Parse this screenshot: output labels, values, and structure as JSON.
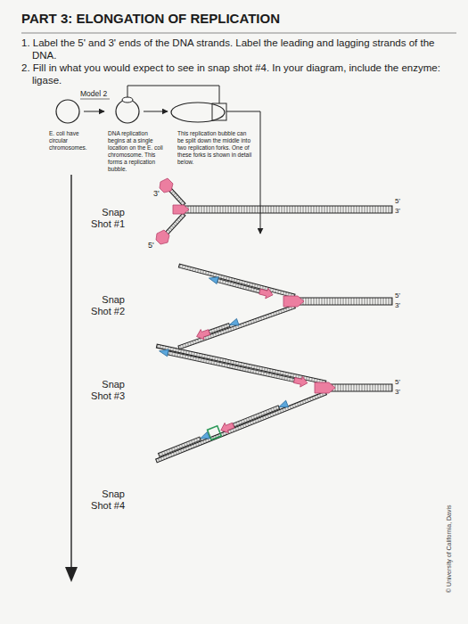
{
  "diagram": {
    "title": "PART 3: ELONGATION OF REPLICATION",
    "labels": [
      "1. Label the 5' and 3' ends of the DNA strands. Label the leading and lagging strands of the DNA.",
      "2. Fill in what you would expect to see in snap shot #4. In your diagram, include the enzyme: ligase.",
      "Model 2",
      "E. coli have circular chromosomes.",
      "DNA replication begins at a single location on the E. coli chromosome. This forms a replication bubble.",
      "This replication bubble can be split down the middle into two replication forks. One of these forks is shown in detail below.",
      "Snap Shot #1",
      "Snap Shot #2",
      "Snap Shot #3",
      "Snap Shot #4",
      "3'",
      "5'",
      "5'",
      "3'",
      "5'",
      "3'",
      "5'",
      "3'",
      "© University of California, Davis"
    ]
  }
}
